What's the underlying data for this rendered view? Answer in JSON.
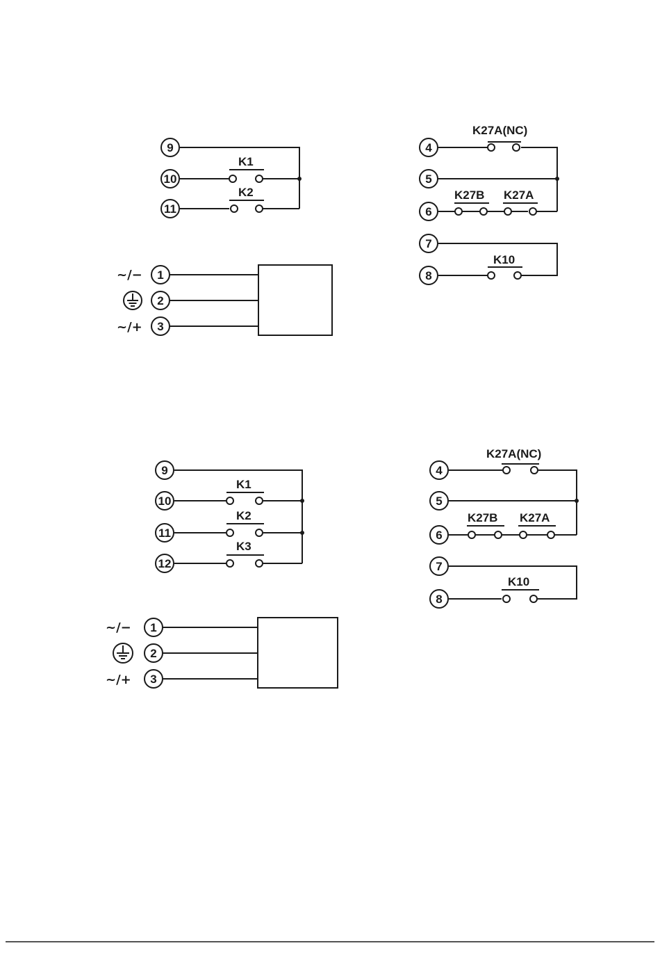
{
  "diagrams": [
    {
      "terminals_upper": [
        "9",
        "10",
        "11"
      ],
      "contacts_upper": [
        "K1",
        "K2"
      ],
      "terminals_power": [
        "1",
        "2",
        "3"
      ],
      "power_symbols": [
        "~/−",
        "ground",
        "~/+"
      ],
      "terminals_right": [
        "4",
        "5",
        "6",
        "7",
        "8"
      ],
      "contacts_right": [
        "K27A(NC)",
        "K27B",
        "K27A",
        "K10"
      ]
    },
    {
      "terminals_upper": [
        "9",
        "10",
        "11",
        "12"
      ],
      "contacts_upper": [
        "K1",
        "K2",
        "K3"
      ],
      "terminals_power": [
        "1",
        "2",
        "3"
      ],
      "power_symbols": [
        "~/−",
        "ground",
        "~/+"
      ],
      "terminals_right": [
        "4",
        "5",
        "6",
        "7",
        "8"
      ],
      "contacts_right": [
        "K27A(NC)",
        "K27B",
        "K27A",
        "K10"
      ]
    }
  ]
}
